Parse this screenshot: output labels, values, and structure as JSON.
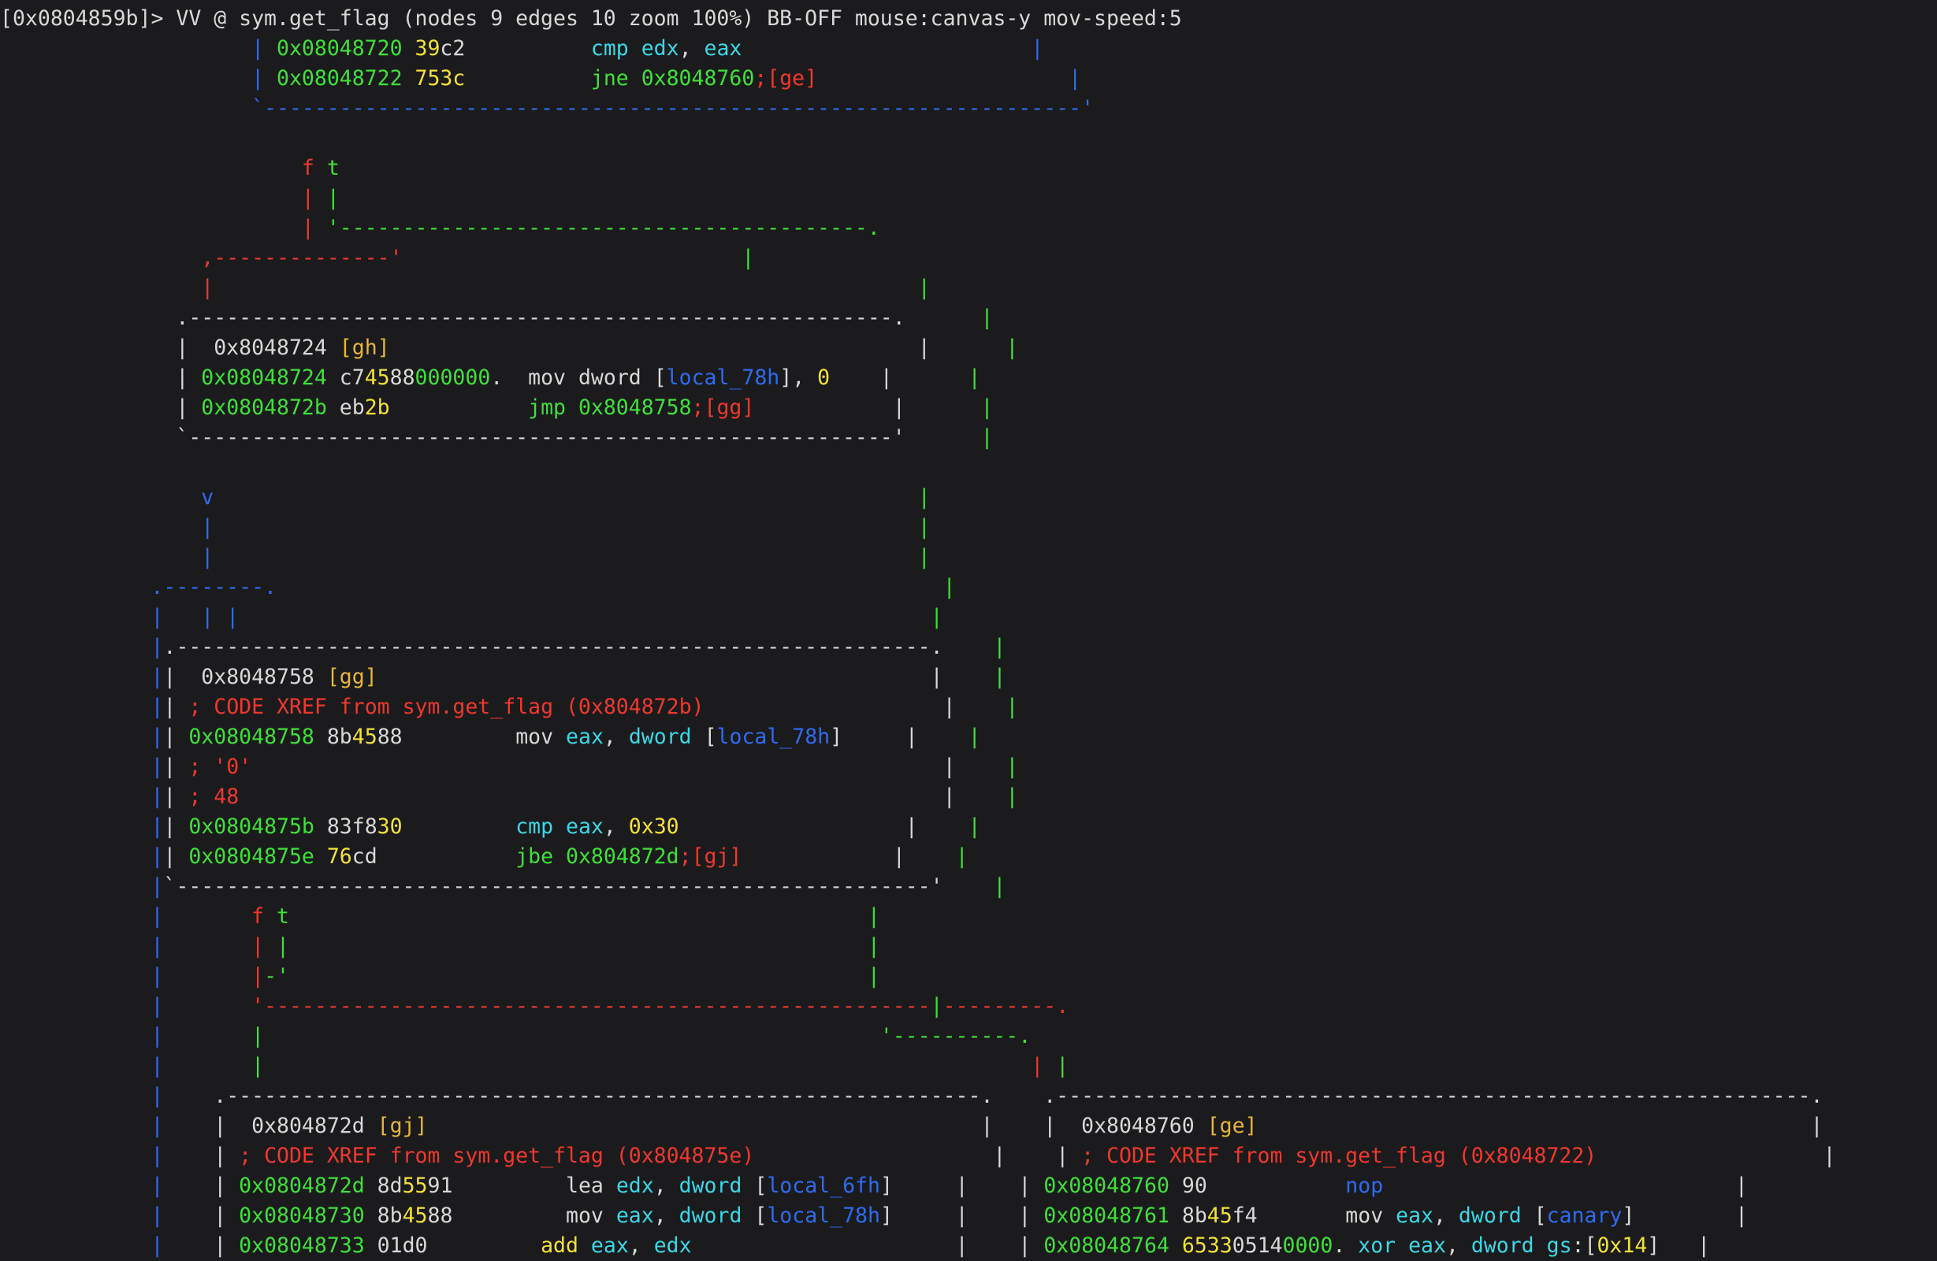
{
  "terminal": {
    "title": "[0x0804859b]> VV @ sym.get_flag (nodes 9 edges 10 zoom 100%) BB-OFF mouse:canvas-y mov-speed:5",
    "colors": {
      "w": "#d8d8d8",
      "g": "#3fe03a",
      "y": "#f4e13a",
      "c": "#3cd7e6",
      "b": "#2f6bf0",
      "r": "#f0382e",
      "o": "#e8b53a"
    },
    "lines": [
      [
        [
          "w",
          "[0x0804859b]> VV @ sym.get_flag (nodes 9 edges 10 zoom 100%) BB-OFF mouse:canvas-y mov-speed:5"
        ]
      ],
      [
        [
          "b",
          "                    | "
        ],
        [
          "g",
          "0x08048720 "
        ],
        [
          "y",
          "39"
        ],
        [
          "w",
          "c2"
        ],
        [
          "w",
          "          "
        ],
        [
          "c",
          "cmp edx"
        ],
        [
          "w",
          ", "
        ],
        [
          "c",
          "eax"
        ],
        [
          "w",
          "                       "
        ],
        [
          "b",
          "|"
        ]
      ],
      [
        [
          "b",
          "                    | "
        ],
        [
          "g",
          "0x08048722 "
        ],
        [
          "y",
          "753c"
        ],
        [
          "w",
          "          "
        ],
        [
          "g",
          "jne 0x8048760"
        ],
        [
          "r",
          ";[ge]"
        ],
        [
          "w",
          "                    "
        ],
        [
          "b",
          "|"
        ]
      ],
      [
        [
          "b",
          "                    `-----------------------------------------------------------------'"
        ]
      ],
      [
        [
          "w",
          ""
        ]
      ],
      [
        [
          "r",
          "                        f "
        ],
        [
          "g",
          "t"
        ]
      ],
      [
        [
          "r",
          "                        | "
        ],
        [
          "g",
          "|"
        ]
      ],
      [
        [
          "r",
          "                        | "
        ],
        [
          "g",
          "'------------------------------------------."
        ]
      ],
      [
        [
          "r",
          "                ,--------------'"
        ],
        [
          "w",
          "                           "
        ],
        [
          "g",
          "|"
        ]
      ],
      [
        [
          "r",
          "                |"
        ],
        [
          "w",
          "                                                        "
        ],
        [
          "g",
          "|"
        ]
      ],
      [
        [
          "w",
          "              .--------------------------------------------------------.      "
        ],
        [
          "g",
          "|"
        ]
      ],
      [
        [
          "w",
          "              |  0x8048724 "
        ],
        [
          "o",
          "[gh]"
        ],
        [
          "w",
          "                                          |      "
        ],
        [
          "g",
          "|"
        ]
      ],
      [
        [
          "w",
          "              | "
        ],
        [
          "g",
          "0x08048724 "
        ],
        [
          "w",
          "c7"
        ],
        [
          "y",
          "45"
        ],
        [
          "w",
          "88"
        ],
        [
          "g",
          "000000"
        ],
        [
          "w",
          ".  mov dword ["
        ],
        [
          "b",
          "local_78h"
        ],
        [
          "w",
          "], "
        ],
        [
          "y",
          "0"
        ],
        [
          "w",
          "    |      "
        ],
        [
          "g",
          "|"
        ]
      ],
      [
        [
          "w",
          "              | "
        ],
        [
          "g",
          "0x0804872b "
        ],
        [
          "w",
          "eb"
        ],
        [
          "y",
          "2b"
        ],
        [
          "w",
          "           "
        ],
        [
          "g",
          "jmp 0x8048758"
        ],
        [
          "r",
          ";[gg]"
        ],
        [
          "w",
          "           |      "
        ],
        [
          "g",
          "|"
        ]
      ],
      [
        [
          "w",
          "              `--------------------------------------------------------'      "
        ],
        [
          "g",
          "|"
        ]
      ],
      [
        [
          "w",
          ""
        ]
      ],
      [
        [
          "b",
          "                v"
        ],
        [
          "w",
          "                                                        "
        ],
        [
          "g",
          "|"
        ]
      ],
      [
        [
          "b",
          "                |"
        ],
        [
          "w",
          "                                                        "
        ],
        [
          "g",
          "|"
        ]
      ],
      [
        [
          "b",
          "                |"
        ],
        [
          "w",
          "                                                        "
        ],
        [
          "g",
          "|"
        ]
      ],
      [
        [
          "b",
          "            .--------."
        ],
        [
          "w",
          "                                                     "
        ],
        [
          "g",
          "|"
        ]
      ],
      [
        [
          "b",
          "            |   | |"
        ],
        [
          "w",
          "                                                       "
        ],
        [
          "g",
          "|"
        ]
      ],
      [
        [
          "b",
          "            |"
        ],
        [
          "w",
          ".------------------------------------------------------------.    "
        ],
        [
          "g",
          "|"
        ]
      ],
      [
        [
          "b",
          "            |"
        ],
        [
          "w",
          "|  0x8048758 "
        ],
        [
          "o",
          "[gg]"
        ],
        [
          "w",
          "                                            |    "
        ],
        [
          "g",
          "|"
        ]
      ],
      [
        [
          "b",
          "            |"
        ],
        [
          "w",
          "| "
        ],
        [
          "r",
          "; CODE XREF from sym.get_flag (0x804872b)"
        ],
        [
          "w",
          "                   |    "
        ],
        [
          "g",
          "|"
        ]
      ],
      [
        [
          "b",
          "            |"
        ],
        [
          "w",
          "| "
        ],
        [
          "g",
          "0x08048758 "
        ],
        [
          "w",
          "8b"
        ],
        [
          "y",
          "45"
        ],
        [
          "w",
          "88"
        ],
        [
          "w",
          "         mov "
        ],
        [
          "c",
          "eax"
        ],
        [
          "w",
          ", "
        ],
        [
          "c",
          "dword"
        ],
        [
          "w",
          " ["
        ],
        [
          "b",
          "local_78h"
        ],
        [
          "w",
          "]     |    "
        ],
        [
          "g",
          "|"
        ]
      ],
      [
        [
          "b",
          "            |"
        ],
        [
          "w",
          "| "
        ],
        [
          "r",
          "; '0'"
        ],
        [
          "w",
          "                                                       |    "
        ],
        [
          "g",
          "|"
        ]
      ],
      [
        [
          "b",
          "            |"
        ],
        [
          "w",
          "| "
        ],
        [
          "r",
          "; 48"
        ],
        [
          "w",
          "                                                        |    "
        ],
        [
          "g",
          "|"
        ]
      ],
      [
        [
          "b",
          "            |"
        ],
        [
          "w",
          "| "
        ],
        [
          "g",
          "0x0804875b "
        ],
        [
          "w",
          "83f8"
        ],
        [
          "y",
          "30"
        ],
        [
          "w",
          "         "
        ],
        [
          "c",
          "cmp eax"
        ],
        [
          "w",
          ", "
        ],
        [
          "y",
          "0x30"
        ],
        [
          "w",
          "                  |    "
        ],
        [
          "g",
          "|"
        ]
      ],
      [
        [
          "b",
          "            |"
        ],
        [
          "w",
          "| "
        ],
        [
          "g",
          "0x0804875e "
        ],
        [
          "y",
          "76"
        ],
        [
          "w",
          "cd"
        ],
        [
          "w",
          "           "
        ],
        [
          "g",
          "jbe 0x804872d"
        ],
        [
          "r",
          ";[gj]"
        ],
        [
          "w",
          "            |    "
        ],
        [
          "g",
          "|"
        ]
      ],
      [
        [
          "b",
          "            |"
        ],
        [
          "w",
          "`------------------------------------------------------------'    "
        ],
        [
          "g",
          "|"
        ]
      ],
      [
        [
          "b",
          "            |"
        ],
        [
          "r",
          "       f "
        ],
        [
          "g",
          "t"
        ],
        [
          "w",
          "                                              "
        ],
        [
          "g",
          "|"
        ]
      ],
      [
        [
          "b",
          "            |"
        ],
        [
          "r",
          "       | "
        ],
        [
          "g",
          "|"
        ],
        [
          "w",
          "                                              "
        ],
        [
          "g",
          "|"
        ]
      ],
      [
        [
          "b",
          "            |"
        ],
        [
          "r",
          "       |"
        ],
        [
          "g",
          "-'"
        ],
        [
          "w",
          "                                              "
        ],
        [
          "g",
          "|"
        ]
      ],
      [
        [
          "b",
          "            |"
        ],
        [
          "r",
          "       '-----------------------------------------------------"
        ],
        [
          "g",
          "|"
        ],
        [
          "r",
          "---------."
        ]
      ],
      [
        [
          "b",
          "            |"
        ],
        [
          "g",
          "       |"
        ],
        [
          "w",
          "                                                 "
        ],
        [
          "g",
          "'----------."
        ]
      ],
      [
        [
          "b",
          "            |"
        ],
        [
          "g",
          "       |"
        ],
        [
          "w",
          "                                                             "
        ],
        [
          "r",
          "| "
        ],
        [
          "g",
          "|"
        ]
      ],
      [
        [
          "b",
          "            |"
        ],
        [
          "w",
          "    .------------------------------------------------------------.    .------------------------------------------------------------."
        ]
      ],
      [
        [
          "b",
          "            |"
        ],
        [
          "w",
          "    |  0x804872d "
        ],
        [
          "o",
          "[gj]"
        ],
        [
          "w",
          "                                            |    |  0x8048760 "
        ],
        [
          "o",
          "[ge]"
        ],
        [
          "w",
          "                                            |"
        ]
      ],
      [
        [
          "b",
          "            |"
        ],
        [
          "w",
          "    | "
        ],
        [
          "r",
          "; CODE XREF from sym.get_flag (0x804875e)"
        ],
        [
          "w",
          "                   |    | "
        ],
        [
          "r",
          "; CODE XREF from sym.get_flag (0x8048722)"
        ],
        [
          "w",
          "                  |"
        ]
      ],
      [
        [
          "b",
          "            |"
        ],
        [
          "w",
          "    | "
        ],
        [
          "g",
          "0x0804872d "
        ],
        [
          "w",
          "8d"
        ],
        [
          "y",
          "55"
        ],
        [
          "w",
          "91"
        ],
        [
          "w",
          "         lea "
        ],
        [
          "c",
          "edx"
        ],
        [
          "w",
          ", "
        ],
        [
          "c",
          "dword"
        ],
        [
          "w",
          " ["
        ],
        [
          "b",
          "local_6fh"
        ],
        [
          "w",
          "]     |    | "
        ],
        [
          "g",
          "0x08048760 "
        ],
        [
          "w",
          "90"
        ],
        [
          "w",
          "           "
        ],
        [
          "b",
          "nop"
        ],
        [
          "w",
          "                            |"
        ]
      ],
      [
        [
          "b",
          "            |"
        ],
        [
          "w",
          "    | "
        ],
        [
          "g",
          "0x08048730 "
        ],
        [
          "w",
          "8b"
        ],
        [
          "y",
          "45"
        ],
        [
          "w",
          "88"
        ],
        [
          "w",
          "         mov "
        ],
        [
          "c",
          "eax"
        ],
        [
          "w",
          ", "
        ],
        [
          "c",
          "dword"
        ],
        [
          "w",
          " ["
        ],
        [
          "b",
          "local_78h"
        ],
        [
          "w",
          "]     |    | "
        ],
        [
          "g",
          "0x08048761 "
        ],
        [
          "w",
          "8b"
        ],
        [
          "y",
          "45"
        ],
        [
          "w",
          "f4"
        ],
        [
          "w",
          "       mov "
        ],
        [
          "c",
          "eax"
        ],
        [
          "w",
          ", "
        ],
        [
          "c",
          "dword"
        ],
        [
          "w",
          " ["
        ],
        [
          "b",
          "canary"
        ],
        [
          "w",
          "]        |"
        ]
      ],
      [
        [
          "b",
          "            |"
        ],
        [
          "w",
          "    | "
        ],
        [
          "g",
          "0x08048733 "
        ],
        [
          "w",
          "01d0"
        ],
        [
          "w",
          "         "
        ],
        [
          "y",
          "add"
        ],
        [
          "w",
          " "
        ],
        [
          "c",
          "eax"
        ],
        [
          "w",
          ", "
        ],
        [
          "c",
          "edx"
        ],
        [
          "w",
          "                     |    | "
        ],
        [
          "g",
          "0x08048764 "
        ],
        [
          "y",
          "6533"
        ],
        [
          "w",
          "05"
        ],
        [
          "w",
          "14"
        ],
        [
          "g",
          "0000"
        ],
        [
          "w",
          ". "
        ],
        [
          "c",
          "xor eax"
        ],
        [
          "w",
          ", "
        ],
        [
          "c",
          "dword"
        ],
        [
          "w",
          " "
        ],
        [
          "c",
          "gs"
        ],
        [
          "w",
          ":["
        ],
        [
          "y",
          "0x14"
        ],
        [
          "w",
          "]   |"
        ]
      ]
    ]
  }
}
